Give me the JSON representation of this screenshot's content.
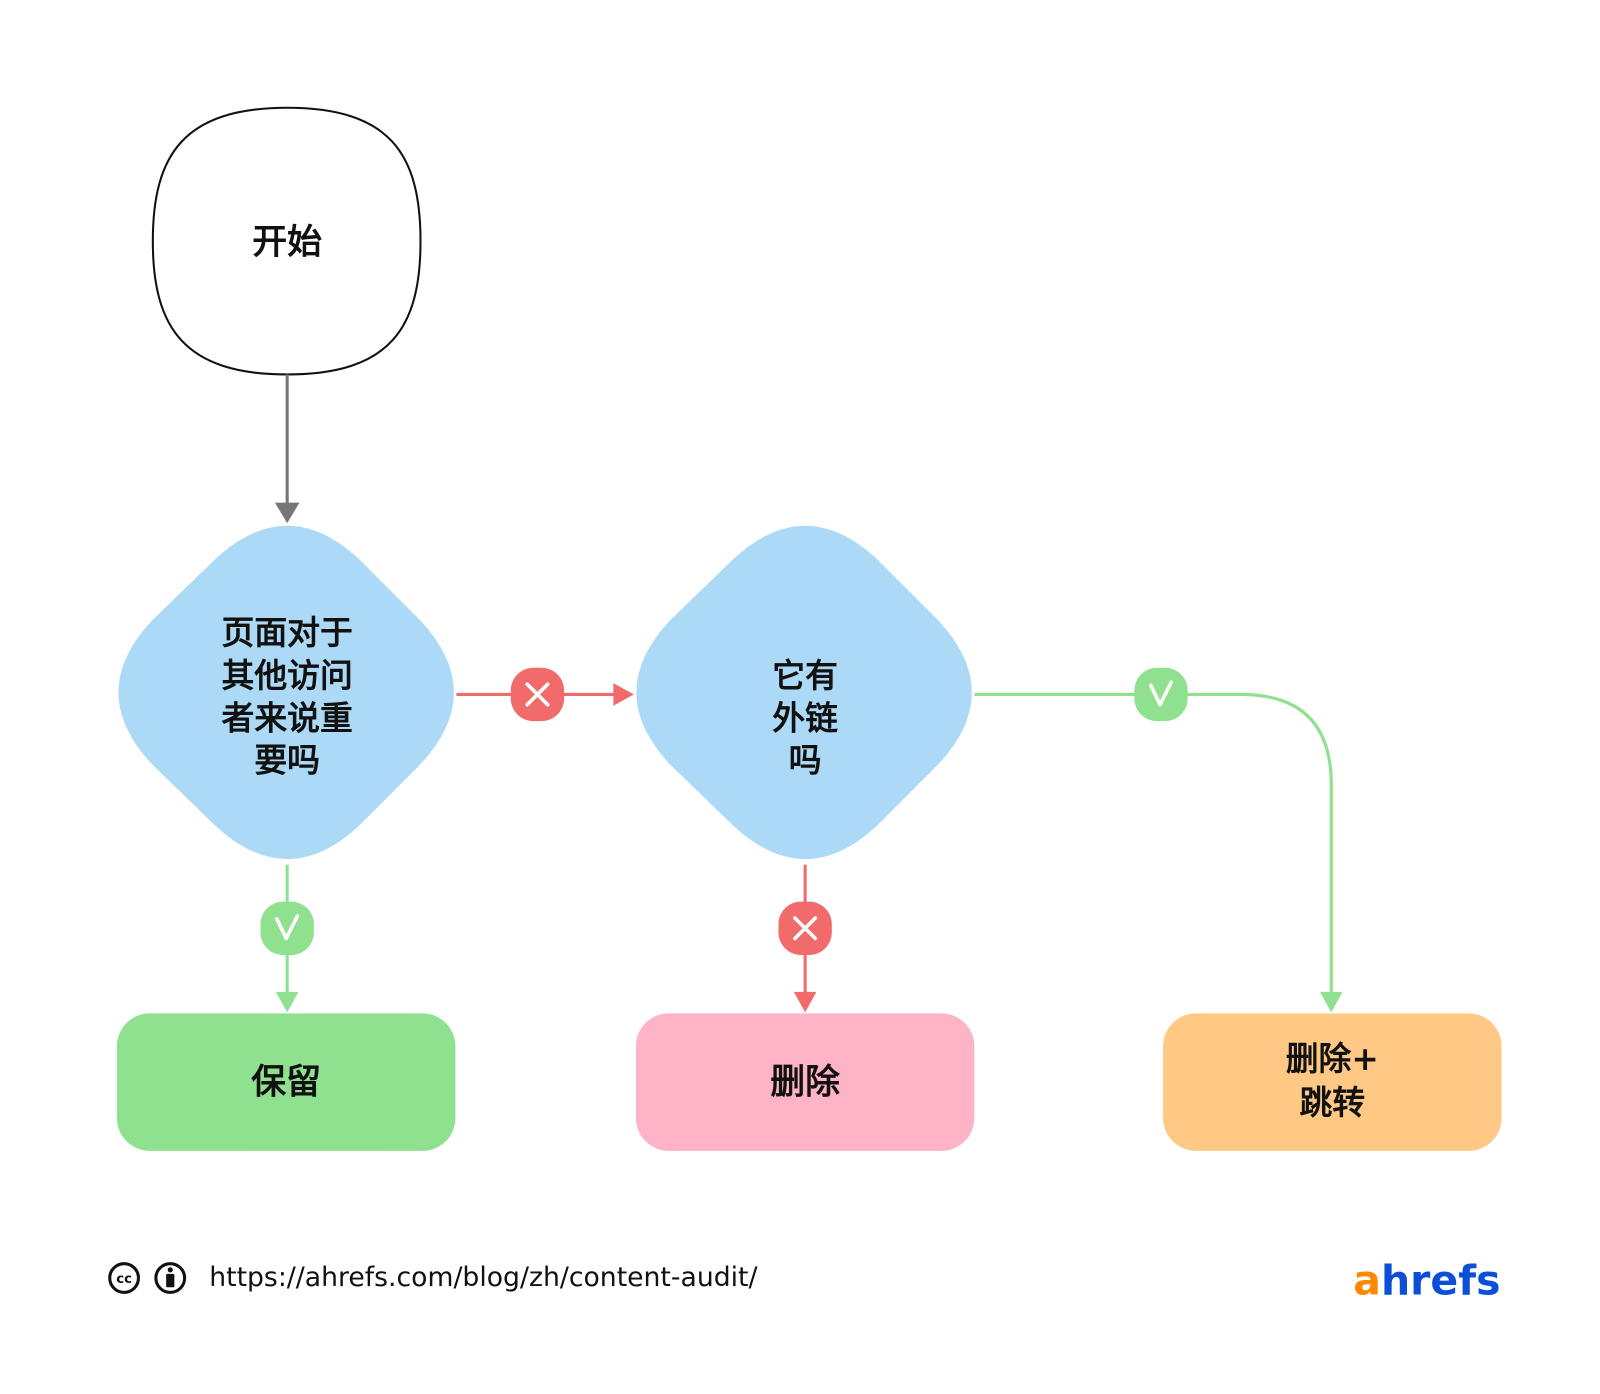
{
  "nodes": {
    "start": "开始",
    "q1": [
      "页面对于",
      "其他访问",
      "者来说重",
      "要吗"
    ],
    "q2": [
      "它有",
      "外链",
      "吗"
    ],
    "keep": "保留",
    "delete": "删除",
    "redirect": [
      "删除+",
      "跳转"
    ]
  },
  "footer": {
    "url": "https://ahrefs.com/blog/zh/content-audit/",
    "logo_a": "a",
    "logo_rest": "hrefs"
  },
  "colors": {
    "decision": "#acdaf6",
    "keep": "#8fe08f",
    "delete": "#ffb3c6",
    "redirect": "#ffc985",
    "yes": "#8fe08f",
    "no": "#f26b6b",
    "logo_orange": "#ff8800",
    "logo_blue": "#0b4fd9"
  }
}
